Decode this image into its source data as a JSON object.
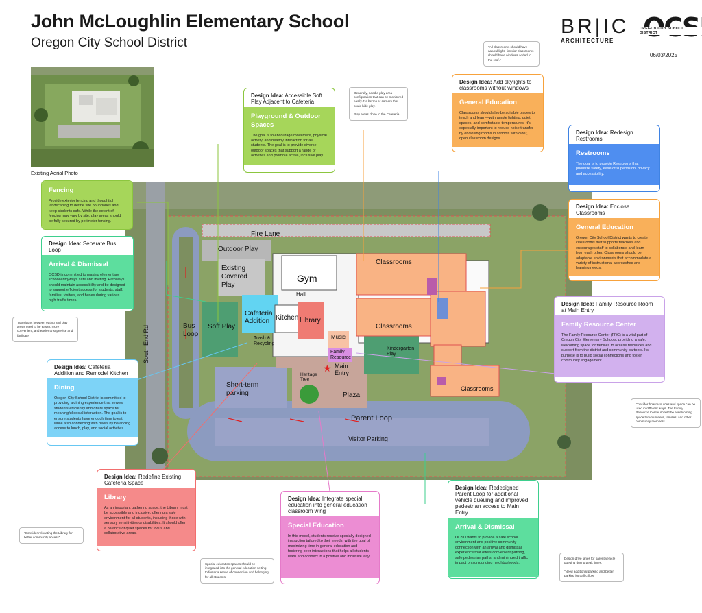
{
  "header": {
    "title": "John McLoughlin Elementary School",
    "subtitle": "Oregon City School District",
    "date": "06/03/2025"
  },
  "logos": {
    "bric": "BR|IC",
    "bric_sub": "ARCHITECTURE",
    "ocsd": "OCSD",
    "ocsd_sub": "OREGON CITY SCHOOL DISTRICT"
  },
  "aerial": {
    "caption": "Existing Aerial Photo"
  },
  "site_labels": {
    "fire_lane": "Fire Lane",
    "outdoor_play": "Outdoor Play",
    "covered_play": "Existing Covered Play",
    "gym": "Gym",
    "hall": "Hall",
    "cafeteria": "Cafeteria Addition",
    "kitchen": "Kitchen",
    "library": "Library",
    "soft_play": "Soft Play",
    "bus_loop": "Bus Loop",
    "trash": "Trash & Recycling",
    "music": "Music",
    "family_resource": "Family Resource",
    "main_entry": "Main Entry",
    "kinder_play": "Kindergarten Play",
    "classrooms_1": "Classrooms",
    "classrooms_2": "Classrooms",
    "classrooms_3": "Classrooms",
    "heritage_tree": "Heritage Tree",
    "short_term": "Short-term parking",
    "plaza": "Plaza",
    "parent_loop": "Parent Loop",
    "visitor_parking": "Visitor Parking",
    "road": "South End Rd"
  },
  "cards": {
    "fencing": {
      "title": "Fencing",
      "body": "Provide exterior fencing and thoughtful landscaping to define site boundaries and keep students safe. While the extent of fencing may vary by site, play areas should be fully secured by perimeter fencing."
    },
    "bus": {
      "idea": "Design Idea:",
      "idea_text": "Separate Bus Loop",
      "title": "Arrival & Dismissal",
      "body": "OCSD is committed to making elementary school entryways safe and inviting. Pathways should maintain accessibility and be designed to support efficient access for students, staff, families, visitors, and buses during various high-traffic times."
    },
    "dining": {
      "idea": "Design Idea:",
      "idea_text": "Cafeteria Addition and Remodel Kitchen",
      "title": "Dining",
      "body": "Oregon City School District is committed to providing a dining experience that serves students efficiently and offers space for meaningful social interaction. The goal is to ensure students have enough time to eat while also connecting with peers by balancing access to lunch, play, and social activities."
    },
    "playground": {
      "idea": "Design Idea:",
      "idea_text": "Accessible Soft Play Adjacent to Cafeteria",
      "title": "Playground & Outdoor Spaces",
      "body": "The goal is to encourage movement, physical activity, and healthy interaction for all students. The goal is to provide diverse outdoor spaces that support a range of activities and promote active, inclusive play."
    },
    "skylights": {
      "idea": "Design Idea:",
      "idea_text": "Add skylights to classrooms without windows",
      "title": "General Education",
      "body": "Classrooms should also be suitable places to teach and learn—with ample lighting, quiet spaces, and comfortable temperatures. It's especially important to reduce noise transfer by enclosing rooms in schools with older, open classroom designs."
    },
    "restrooms": {
      "idea": "Design Idea:",
      "idea_text": "Redesign Restrooms",
      "title": "Restrooms",
      "body": "The goal is to provide Restrooms that prioritize safety, ease of supervision, privacy and accessibility."
    },
    "enclose": {
      "idea": "Design Idea:",
      "idea_text": "Enclose Classrooms",
      "title": "General Education",
      "body": "Oregon City School District wants to create classrooms that supports teachers and encourages staff to collaborate and learn from each other. Classrooms should be adaptable environments that accommodate a variety of instructional approaches and learning needs."
    },
    "frc": {
      "idea": "Design Idea:",
      "idea_text": "Family Resource Room at Main Entry",
      "title": "Family Resource Center",
      "body": "The Family Resource Center (FRC) is a vital part of Oregon City Elementary Schools, providing a safe, welcoming space for families to access resources and support from the district and community partners. Its purpose is to build social connections and foster community engagement."
    },
    "library": {
      "idea": "Design Idea:",
      "idea_text": "Redefine Existing Cafeteria Space",
      "title": "Library",
      "body": "As an important gathering space, the Library must be accessible and inclusive, offering a safe environment for all students, including those with sensory sensitivities or disabilities. It should offer a balance of quiet spaces for focus and collaborative areas."
    },
    "sped": {
      "idea": "Design Idea:",
      "idea_text": "Integrate special education into general education classroom wing",
      "title": "Special Education",
      "body": "In this model, students receive specially designed instruction tailored to their needs, with the goal of maximizing time in general education and fostering peer interactions that helps all students learn and connect in a positive and inclusive way."
    },
    "parent": {
      "idea": "Design Idea:",
      "idea_text": "Redesigned Parent Loop for additional vehicle queuing and improved pedestrian access to Main Entry",
      "title": "Arrival & Dismissal",
      "body": "OCSD wants to provide a safe school environment and positive community connection with an arrival and dismissal experience that offers convenient parking, safe pedestrian paths, and minimized traffic impact on surrounding neighborhoods."
    }
  },
  "notes": {
    "skylight_quote": "\"All classrooms should have natural light - interior classrooms should have windows added to the roof.\"",
    "play_area": "Generally, need a play area configuration that can be monitored easily. No berms or corners that could hide play.",
    "play_close": "Play areas close to the Cafeteria",
    "transitions": "Transitions between eating and play areas need to be easier, more convenient, and easier to supervise and facilitate.",
    "library_quote": "\"Consider relocating the Library for better community access\"",
    "resources": "Consider how resources and space can be used in different ways. The Family Resource Center should be a welcoming space for volunteers, families, and other community members.",
    "sped_note": "Special education spaces should be integrated into the general education setting to foster a sense of connection and belonging for all students.",
    "drive_lanes": "Design drive lanes for parent vehicle queuing during peak times.",
    "parking": "\"Need additional parking and better parking lot traffic flow.\""
  },
  "colors": {
    "green": "#8cc63f",
    "teal": "#3ecf8e",
    "sky": "#67c7f2",
    "orange": "#f7a23c",
    "blue": "#3f83e3",
    "lavender": "#c9a2e8",
    "pink": "#f26e6e",
    "magenta": "#e57ac9",
    "classroom": "#f9b384"
  }
}
